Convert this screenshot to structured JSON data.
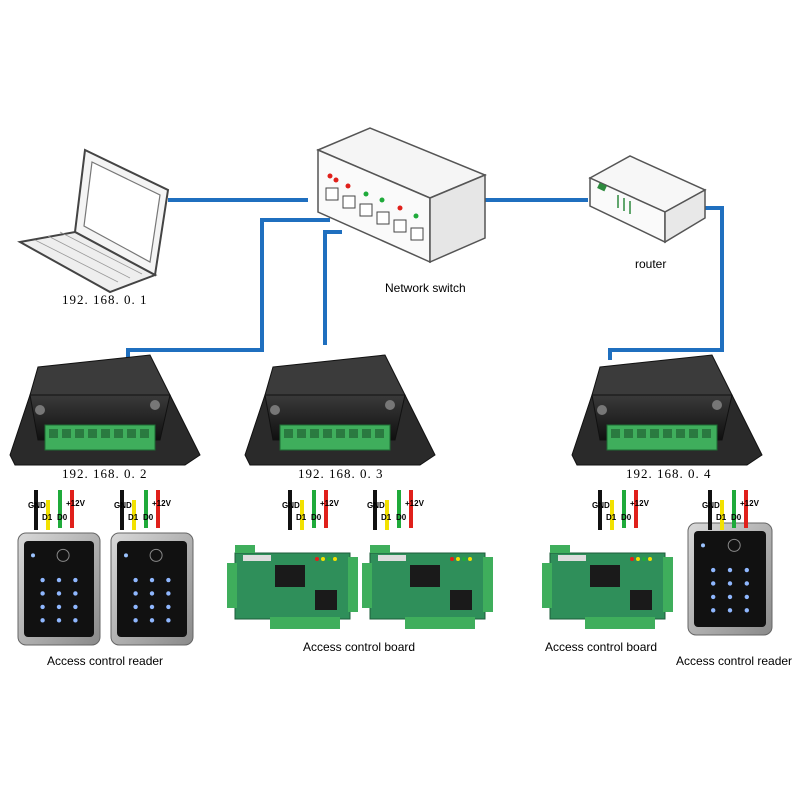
{
  "labels": {
    "network_switch": "Network switch",
    "router": "router"
  },
  "ips": {
    "laptop": "192. 168. 0. 1",
    "controller_1": "192. 168. 0. 2",
    "controller_2": "192. 168. 0. 3",
    "controller_3": "192. 168. 0. 4"
  },
  "wires": {
    "gnd": "GND",
    "d1": "D1",
    "d0": "D0",
    "v12": "+12V"
  },
  "devices": {
    "reader": "Access control reader",
    "board": "Access control board"
  },
  "colors": {
    "cable": "#1f6fbf",
    "enclosure": "#1e1e1e",
    "terminal": "#3fae5c",
    "pcb": "#2f8f5a",
    "wire_black": "#111111",
    "wire_yellow": "#f2e100",
    "wire_green": "#1faa3a",
    "wire_red": "#e0201b"
  }
}
